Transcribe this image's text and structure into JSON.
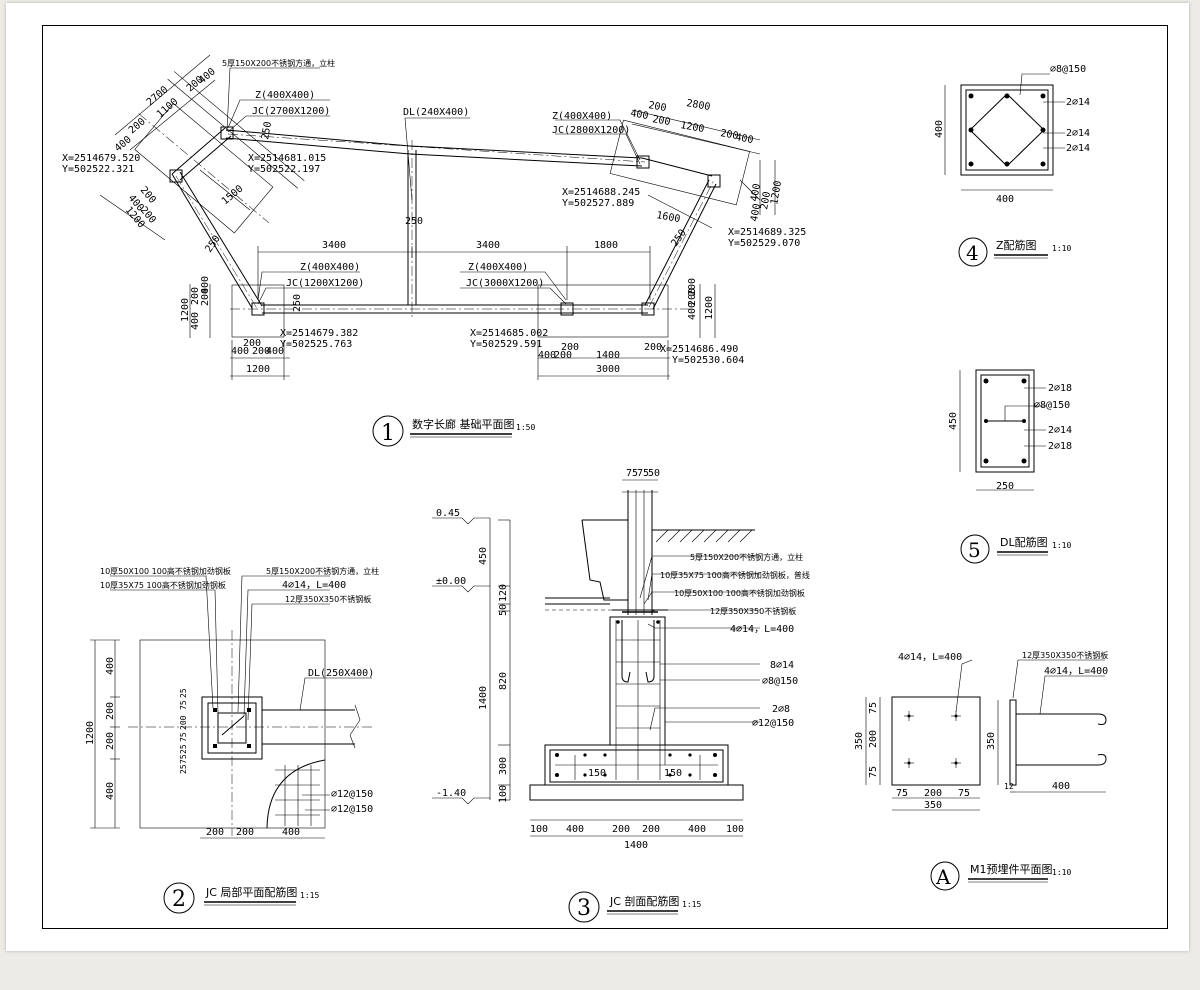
{
  "plan": {
    "title": "数字长廊 基础平面图",
    "scale": "1:50",
    "num": "1",
    "dl_label": "DL(240X400)",
    "beam_dims": [
      "250",
      "250",
      "250",
      "250",
      "250",
      "250"
    ],
    "left_top": {
      "note": "5厚150X200不锈钢方通，立柱",
      "z": "Z(400X400)",
      "jc": "JC(2700X1200)",
      "coord1_x": "X=2514679.520",
      "coord1_y": "Y=502522.321",
      "coord2_x": "X=2514681.015",
      "coord2_y": "Y=502522.197",
      "dims": [
        "2700",
        "200",
        "1100",
        "200",
        "400",
        "400",
        "200",
        "1500",
        "400",
        "200",
        "1200"
      ]
    },
    "right_top": {
      "z": "Z(400X400)",
      "jc": "JC(2800X1200)",
      "coord1_x": "X=2514688.245",
      "coord1_y": "Y=502527.889",
      "coord2_x": "X=2514689.325",
      "coord2_y": "Y=502529.070",
      "dims": [
        "2800",
        "400",
        "200",
        "200",
        "1200",
        "200",
        "400",
        "400",
        "200",
        "400",
        "1200",
        "1600"
      ]
    },
    "bottom": {
      "span1": "3400",
      "span2": "3400",
      "span3": "1800",
      "z1": "Z(400X400)",
      "jc1": "JC(1200X1200)",
      "z2": "Z(400X400)",
      "jc2": "JC(3000X1200)",
      "c1x": "X=2514679.382",
      "c1y": "Y=502525.763",
      "c2x": "X=2514685.002",
      "c2y": "Y=502529.591",
      "c3x": "X=2514686.490",
      "c3y": "Y=502530.604",
      "left_dims": [
        "1200",
        "200",
        "400",
        "200",
        "400"
      ],
      "right_dims": [
        "200",
        "400",
        "200",
        "1200"
      ],
      "bl": [
        "200",
        "400",
        "200",
        "400",
        "1200"
      ],
      "br": [
        "200",
        "400",
        "200",
        "1400",
        "200",
        "3000"
      ]
    }
  },
  "detail2": {
    "title": "JC 局部平面配筋图",
    "scale": "1:15",
    "num": "2",
    "n1": "10厚50X100 100高不锈钢加劲钢板",
    "n2": "10厚35X75 100高不锈钢加劲钢板",
    "n3": "5厚150X200不锈钢方通，立柱",
    "n4": "4⌀14，L=400",
    "n5": "12厚350X350不锈钢板",
    "dl": "DL(250X400)",
    "r1": "⌀12@150",
    "r2": "⌀12@150",
    "vdims": [
      "400",
      "200",
      "200",
      "400",
      "1200"
    ],
    "hdims": [
      "200",
      "200",
      "400"
    ],
    "small": [
      "25",
      "75",
      "200",
      "75",
      "25",
      "25",
      "75"
    ]
  },
  "detail3": {
    "title": "JC 剖面配筋图",
    "scale": "1:15",
    "num": "3",
    "top": [
      "75",
      "75",
      "50"
    ],
    "e1": "0.45",
    "e2": "±0.00",
    "e3": "-1.40",
    "n1": "5厚150X200不锈钢方通，立柱",
    "n2": "10厚35X75 100高不锈钢加劲钢板，普线",
    "n3": "10厚50X100 100高不锈钢加劲钢板",
    "n4": "12厚350X350不锈钢板",
    "n5": "4⌀14，L=400",
    "n6": "8⌀14",
    "n7": "⌀8@150",
    "n8": "2⌀8",
    "n9": "⌀12@150",
    "vdims": [
      "450",
      "120",
      "50",
      "820",
      "1400",
      "300",
      "100"
    ],
    "hdims": [
      "100",
      "400",
      "200",
      "200",
      "400",
      "100"
    ],
    "total": "1400",
    "in1": "150",
    "in2": "150"
  },
  "detail4": {
    "title": "Z配筋图",
    "scale": "1:10",
    "num": "4",
    "r1": "⌀8@150",
    "r2": "2⌀14",
    "r3": "2⌀14",
    "r4": "2⌀14",
    "w": "400",
    "h": "400"
  },
  "detail5": {
    "title": "DL配筋图",
    "scale": "1:10",
    "num": "5",
    "r1": "2⌀18",
    "r2": "⌀8@150",
    "r3": "2⌀14",
    "r4": "2⌀18",
    "w": "250",
    "h": "450"
  },
  "detailA": {
    "title": "M1预埋件平面图",
    "scale": "1:10",
    "num": "A",
    "n1": "4⌀14，L=400",
    "n2": "12厚350X350不锈钢板",
    "n3": "4⌀14，L=400",
    "vdims": [
      "75",
      "200",
      "75",
      "350"
    ],
    "hdims": [
      "75",
      "200",
      "75"
    ],
    "total": "350",
    "side_h": "350",
    "side_t": "12",
    "side_l": "400"
  }
}
